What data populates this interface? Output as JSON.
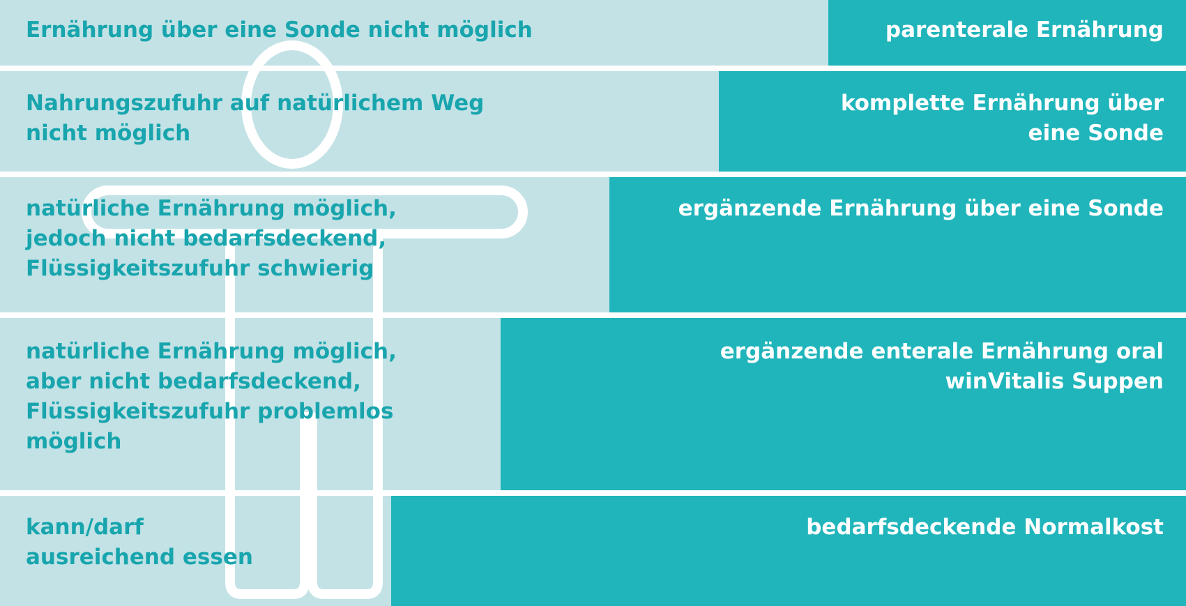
{
  "colors": {
    "row_background": "#c3e2e6",
    "block": "#1fb5bb",
    "left_text": "#18a5ad",
    "right_text": "#ffffff",
    "separator": "#ffffff",
    "figure_outline": "#ffffff"
  },
  "figure": {
    "icon": "person-outline-icon"
  },
  "rows": [
    {
      "condition": "Ernährung über eine Sonde nicht möglich",
      "recommendation": "parenterale Ernährung"
    },
    {
      "condition": "Nahrungszufuhr auf natürlichem Weg\nnicht möglich",
      "recommendation": "komplette Ernährung über\neine Sonde"
    },
    {
      "condition": "natürliche Ernährung möglich,\njedoch nicht bedarfsdeckend,\nFlüssigkeitszufuhr schwierig",
      "recommendation": "ergänzende Ernährung über eine Sonde"
    },
    {
      "condition": "natürliche Ernährung möglich,\naber nicht bedarfsdeckend,\nFlüssigkeitszufuhr problemlos\nmöglich",
      "recommendation": "ergänzende enterale Ernährung oral\nwinVitalis Suppen"
    },
    {
      "condition": "kann/darf\nausreichend essen",
      "recommendation": "bedarfsdeckende Normalkost"
    }
  ]
}
